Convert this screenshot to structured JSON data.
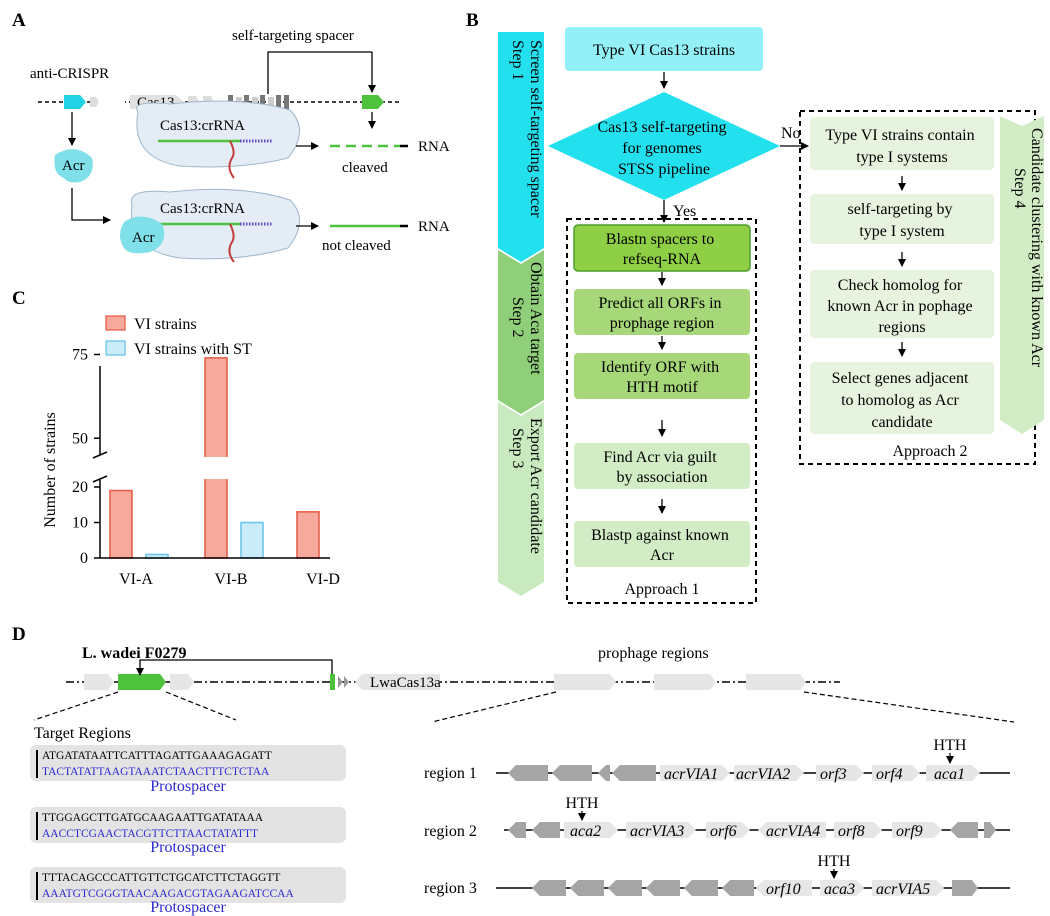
{
  "panels": {
    "a": "A",
    "b": "B",
    "c": "C",
    "d": "D"
  },
  "panel_a": {
    "anti_crispr": "anti-CRISPR",
    "cas13": "Cas13",
    "self_targeting_spacer": "self-targeting spacer",
    "complex": "Cas13:crRNA",
    "acr": "Acr",
    "rna": "RNA",
    "cleaved": "cleaved",
    "not_cleaved": "not cleaved"
  },
  "panel_b": {
    "steps": {
      "step1": "Step 1",
      "step1_desc": "Screen self-targeting spacer",
      "step2": "Step 2",
      "step2_desc": "Obtain Aca target",
      "step3": "Step 3",
      "step3_desc": "Export Acr candidate",
      "step4": "Step 4",
      "step4_desc": "Candidate clustering with known Acr"
    },
    "start": "Type VI Cas13 strains",
    "decision": [
      "Cas13 self-targeting",
      "for genomes",
      "STSS pipeline"
    ],
    "yes": "Yes",
    "no": "No",
    "approach1": {
      "label": "Approach 1",
      "boxes": [
        [
          "Blastn spacers to",
          "refseq-RNA"
        ],
        [
          "Predict all ORFs in",
          "prophage region"
        ],
        [
          "Identify ORF with",
          "HTH motif"
        ],
        [
          "Find Acr via guilt",
          "by association"
        ],
        [
          "Blastp against known",
          "Acr"
        ]
      ]
    },
    "approach2": {
      "label": "Approach 2",
      "boxes": [
        [
          "Type VI strains contain",
          "type I systems"
        ],
        [
          "self-targeting by",
          "type I system"
        ],
        [
          "Check homolog for",
          "known Acr in pophage",
          "regions"
        ],
        [
          "Select genes adjacent",
          "to homolog as Acr",
          "candidate"
        ]
      ]
    }
  },
  "panel_c": {
    "legend": [
      "VI strains",
      "VI strains with ST"
    ],
    "colors": {
      "vi": "#f7a99e",
      "vi_edge": "#e8604a",
      "st": "#c9ecf8",
      "st_edge": "#6cc7ea"
    }
  },
  "chart_data": {
    "type": "bar",
    "categories": [
      "VI-A",
      "VI-B",
      "VI-D"
    ],
    "series": [
      {
        "name": "VI strains",
        "values": [
          19,
          74,
          13
        ]
      },
      {
        "name": "VI strains with ST",
        "values": [
          1,
          10,
          0
        ]
      }
    ],
    "ylabel": "Number of strains",
    "yticks": [
      "0",
      "10",
      "20",
      "50",
      "75"
    ],
    "axis_break": [
      25,
      45
    ],
    "ylim": [
      0,
      78
    ]
  },
  "panel_d": {
    "strain": "L. wadei F0279",
    "cas": "LwaCas13a",
    "prophage": "prophage regions",
    "target_regions": "Target Regions",
    "protospacer": "Protospacer",
    "targets": [
      {
        "top": "ATGATATAATTCATTTAGATTGAAAGAGATT",
        "bottom": "TACTATATTAAGTAAATCTAACTTTCTCTAA"
      },
      {
        "top": "TTGGAGCTTGATGCAAGAATTGATATAAA",
        "bottom": "AACCTCGAACTACGTTCTTAACTATATTT"
      },
      {
        "top": "TTTACAGCCCATTGTTCTGCATCTTCTAGGTT",
        "bottom": "AAATGTCGGGTAACAAGACGTAGAAGATCCAA"
      }
    ],
    "regions": [
      {
        "label": "region 1",
        "genes": [
          "acrVIA1",
          "acrVIA2",
          "orf3",
          "orf4",
          "aca1"
        ]
      },
      {
        "label": "region 2",
        "genes": [
          "aca2",
          "acrVIA3",
          "orf6",
          "acrVIA4",
          "orf8",
          "orf9"
        ]
      },
      {
        "label": "region 3",
        "genes": [
          "orf10",
          "aca3",
          "acrVIA5"
        ]
      }
    ],
    "hth": "HTH"
  }
}
